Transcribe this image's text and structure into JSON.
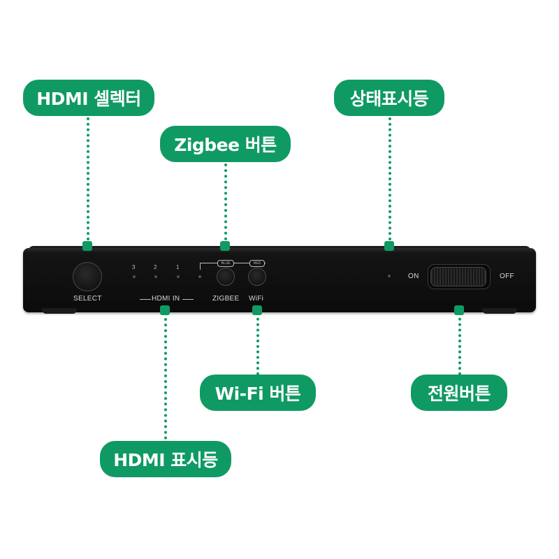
{
  "colors": {
    "accent": "#109a63",
    "device_body": "#111111",
    "device_text": "#d9d9d9",
    "background": "#ffffff"
  },
  "callouts": {
    "hdmi_selector": "HDMI 셀렉터",
    "zigbee_button": "Zigbee 버튼",
    "status_led": "상태표시등",
    "wifi_button": "Wi-Fi 버튼",
    "power_button": "전원버튼",
    "hdmi_led": "HDMI 표시등"
  },
  "device": {
    "select_label": "SELECT",
    "hdmi_in_label": "HDMI IN",
    "port_numbers": [
      "3",
      "2",
      "1"
    ],
    "zigbee_label": "ZIGBEE",
    "wifi_label": "WiFi",
    "blue_tag": "BLUE",
    "red_tag": "RED",
    "on_label": "ON",
    "off_label": "OFF"
  }
}
